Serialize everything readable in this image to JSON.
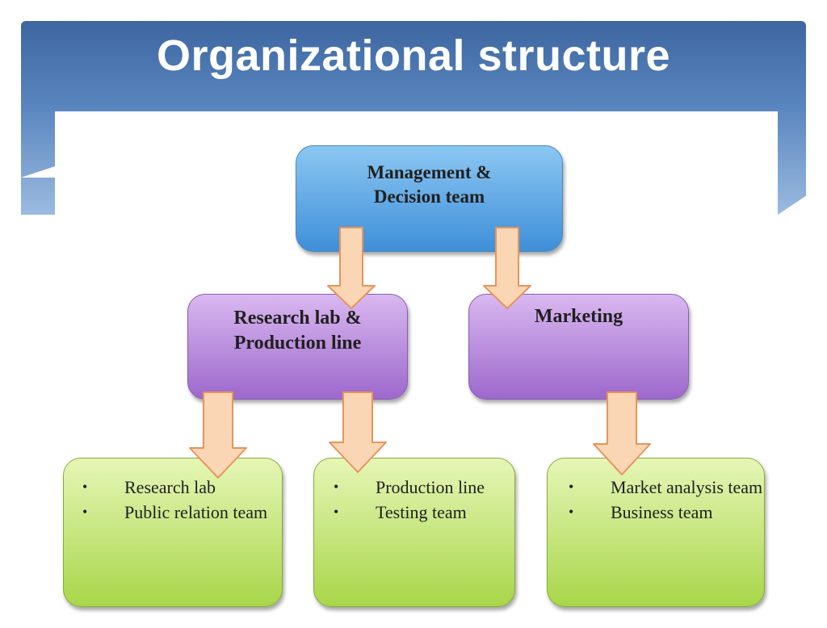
{
  "title": "Organizational structure",
  "colors": {
    "banner": "#4a75b0",
    "top_box": "#5aa5e6",
    "mid_box": "#b58ae0",
    "bottom_box": "#c2e47a",
    "arrow_fill": "#fbd6b4",
    "arrow_stroke": "#e8945a"
  },
  "top": {
    "line1": "Management &",
    "line2": "Decision team"
  },
  "middle": [
    {
      "line1": "Research lab &",
      "line2": "Production line"
    },
    {
      "line1": "Marketing"
    }
  ],
  "bottom": [
    {
      "items": [
        "Research lab",
        "Public  relation team"
      ]
    },
    {
      "items": [
        "Production line",
        "Testing team"
      ]
    },
    {
      "items": [
        "Market analysis team",
        "Business team"
      ]
    }
  ],
  "bullet": "•"
}
